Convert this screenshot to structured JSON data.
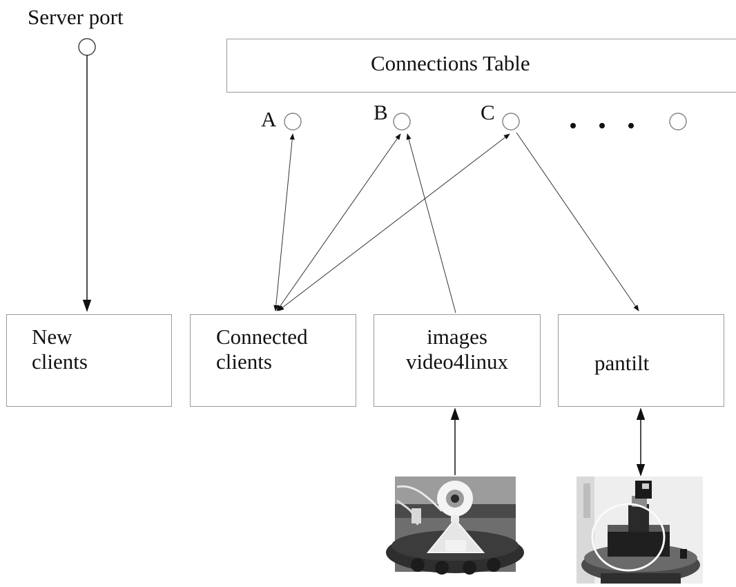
{
  "server_port": {
    "label": "Server port"
  },
  "connections_table": {
    "title": "Connections Table"
  },
  "slots": [
    {
      "label": "A"
    },
    {
      "label": "B"
    },
    {
      "label": "C"
    }
  ],
  "boxes": [
    {
      "line1": "New",
      "line2": "clients"
    },
    {
      "line1": "Connected",
      "line2": "clients"
    },
    {
      "line1": "images",
      "line2": "video4linux"
    },
    {
      "line1": "pantilt",
      "line2": ""
    }
  ],
  "photos": [
    {
      "subject": "webcam"
    },
    {
      "subject": "pan-tilt-unit"
    }
  ]
}
